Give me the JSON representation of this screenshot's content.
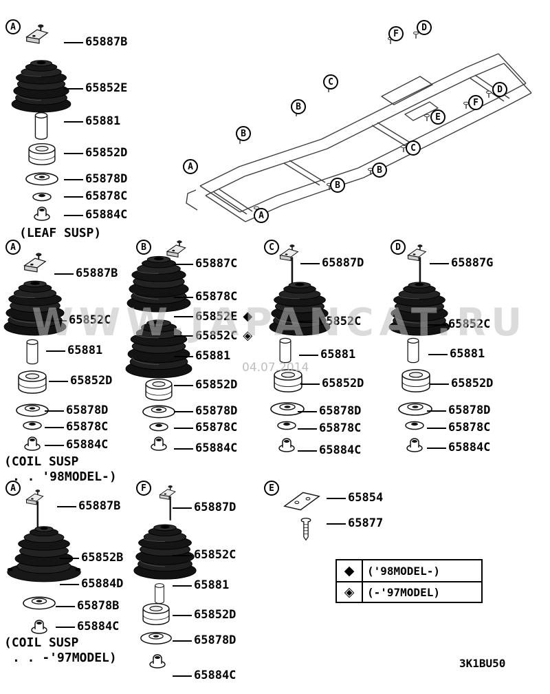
{
  "page": {
    "drawing_code": "3K1BU50",
    "watermark": "WWW.JAPANCAT.RU",
    "watermark_date": "04.07.2014"
  },
  "legend": {
    "rows": [
      {
        "symbol": "◆",
        "label": "('98MODEL-)"
      },
      {
        "symbol": "◈",
        "label": "(-'97MODEL)"
      }
    ]
  },
  "frame": {
    "callouts": [
      {
        "letter": "F"
      },
      {
        "letter": "D"
      },
      {
        "letter": "C"
      },
      {
        "letter": "B"
      },
      {
        "letter": "B"
      },
      {
        "letter": "A"
      },
      {
        "letter": "D"
      },
      {
        "letter": "F"
      },
      {
        "letter": "E"
      },
      {
        "letter": "C"
      },
      {
        "letter": "B"
      },
      {
        "letter": "B"
      },
      {
        "letter": "A"
      }
    ]
  },
  "groups": [
    {
      "callout": "A",
      "caption": "(LEAF SUSP)",
      "parts": [
        {
          "label": "65887B"
        },
        {
          "label": "65852E"
        },
        {
          "label": "65881"
        },
        {
          "label": "65852D"
        },
        {
          "label": "65878D"
        },
        {
          "label": "65878C"
        },
        {
          "label": "65884C"
        }
      ]
    },
    {
      "callout": "A",
      "caption": "(COIL SUSP",
      "caption2": ". . '98MODEL-)",
      "parts": [
        {
          "label": "65887B"
        },
        {
          "label": "65852C"
        },
        {
          "label": "65881"
        },
        {
          "label": "65852D"
        },
        {
          "label": "65878D"
        },
        {
          "label": "65878C"
        },
        {
          "label": "65884C"
        }
      ]
    },
    {
      "callout": "B",
      "parts": [
        {
          "label": "65887C"
        },
        {
          "label": "65878C"
        },
        {
          "label": "65852E",
          "marker": "◆"
        },
        {
          "label": "65852C",
          "marker": "◈"
        },
        {
          "label": "65881"
        },
        {
          "label": "65852D"
        },
        {
          "label": "65878D"
        },
        {
          "label": "65878C"
        },
        {
          "label": "65884C"
        }
      ]
    },
    {
      "callout": "C",
      "parts": [
        {
          "label": "65887D"
        },
        {
          "label": "65852C"
        },
        {
          "label": "65881"
        },
        {
          "label": "65852D"
        },
        {
          "label": "65878D"
        },
        {
          "label": "65878C"
        },
        {
          "label": "65884C"
        }
      ]
    },
    {
      "callout": "D",
      "parts": [
        {
          "label": "65887G"
        },
        {
          "label": "65852C"
        },
        {
          "label": "65881"
        },
        {
          "label": "65852D"
        },
        {
          "label": "65878D"
        },
        {
          "label": "65878C"
        },
        {
          "label": "65884C"
        }
      ]
    },
    {
      "callout": "A",
      "caption": "(COIL SUSP",
      "caption2": ". . -'97MODEL)",
      "parts": [
        {
          "label": "65887B"
        },
        {
          "label": "65852B"
        },
        {
          "label": "65884D"
        },
        {
          "label": "65878B"
        },
        {
          "label": "65884C"
        }
      ]
    },
    {
      "callout": "F",
      "parts": [
        {
          "label": "65887D"
        },
        {
          "label": "65852C"
        },
        {
          "label": "65881"
        },
        {
          "label": "65852D"
        },
        {
          "label": "65878D"
        },
        {
          "label": "65884C"
        }
      ]
    },
    {
      "callout": "E",
      "parts": [
        {
          "label": "65854"
        },
        {
          "label": "65877"
        }
      ]
    }
  ]
}
